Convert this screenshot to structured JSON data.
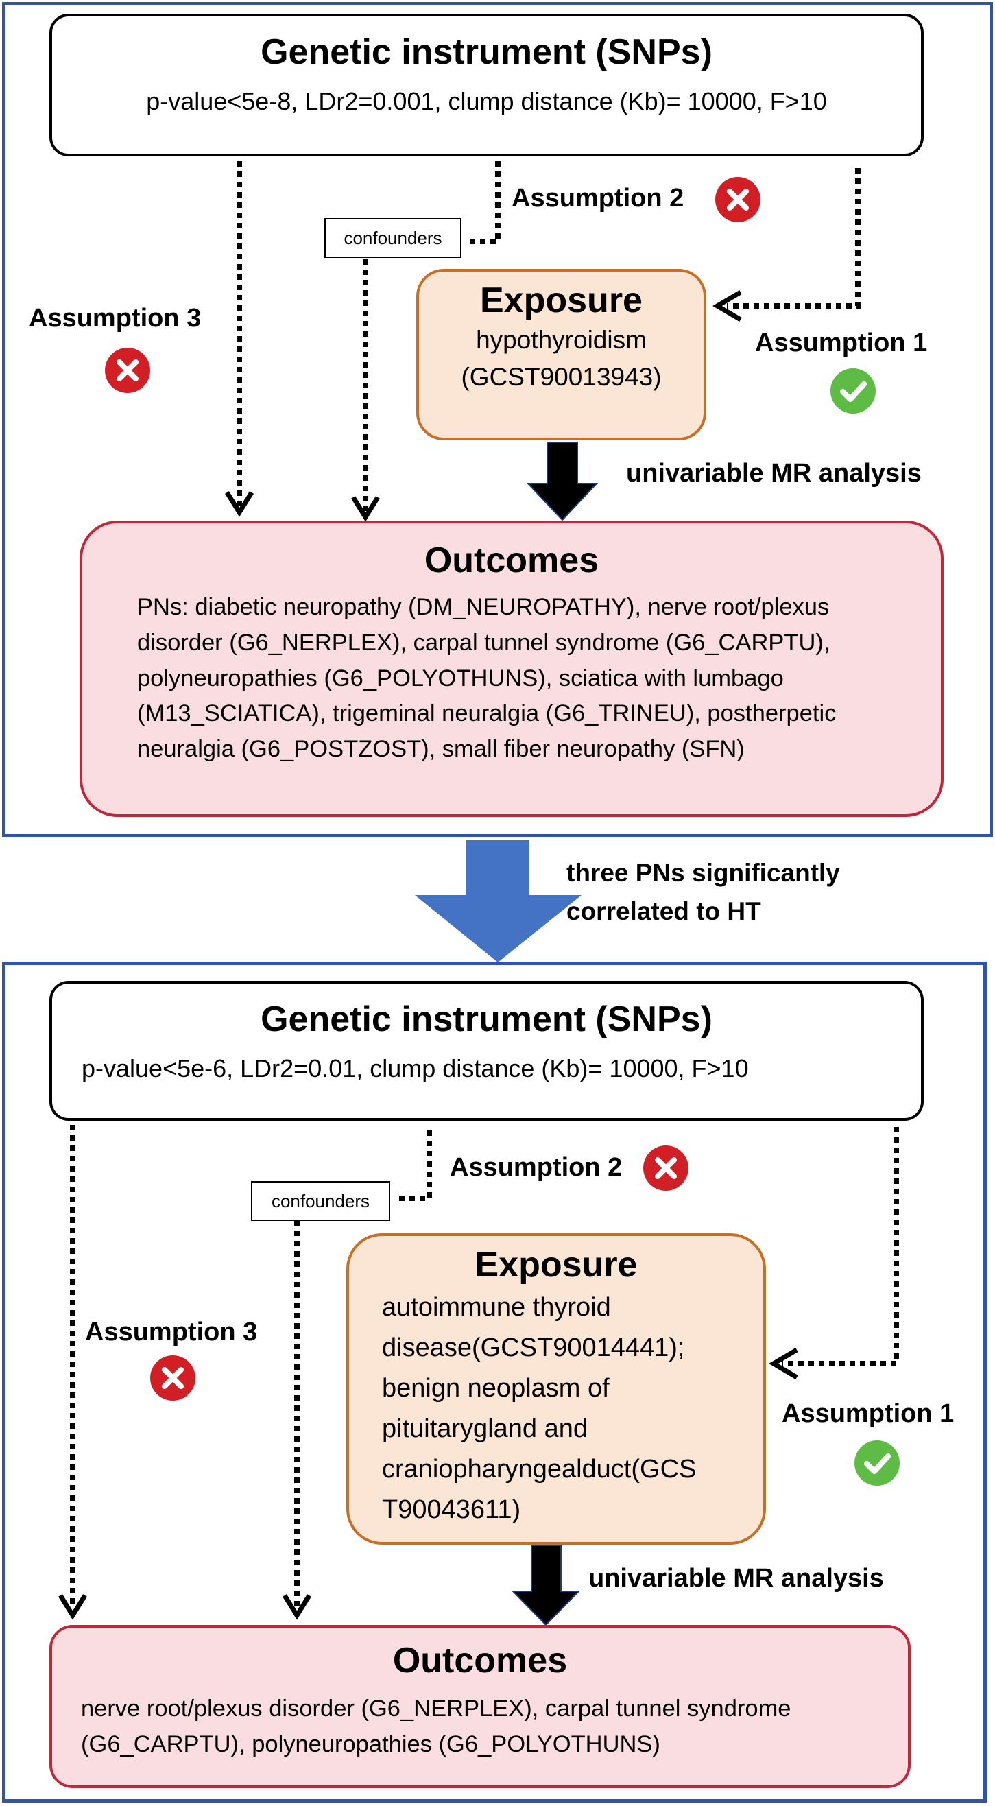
{
  "colors": {
    "panel_border": "#2f55a8",
    "exposure_fill": "#fbe5d5",
    "exposure_border": "#c86f25",
    "outcome_fill": "#fadde1",
    "outcome_border": "#c0283a",
    "cross_icon": "#d21f26",
    "check_icon": "#5dbb46",
    "transition_arrow": "#4472c4"
  },
  "top": {
    "genetic_title": "Genetic instrument (SNPs)",
    "genetic_params": "p-value<5e-8, LDr2=0.001, clump distance (Kb)= 10000, F>10",
    "confounders": "confounders",
    "assumption1": "Assumption 1",
    "assumption2": "Assumption 2",
    "assumption3": "Assumption 3",
    "exposure_title": "Exposure",
    "exposure_line1": "hypothyroidism",
    "exposure_line2": "(GCST90013943)",
    "analysis": "univariable MR analysis",
    "outcomes_title": "Outcomes",
    "outcomes_text": "PNs: diabetic neuropathy (DM_NEUROPATHY), nerve root/plexus disorder (G6_NERPLEX), carpal tunnel syndrome (G6_CARPTU), polyneuropathies (G6_POLYOTHUNS), sciatica with lumbago (M13_SCIATICA), trigeminal neuralgia (G6_TRINEU), postherpetic neuralgia (G6_POSTZOST), small fiber neuropathy (SFN)"
  },
  "transition": {
    "line1": "three PNs significantly",
    "line2": "correlated to HT"
  },
  "bottom": {
    "genetic_title": "Genetic instrument (SNPs)",
    "genetic_params": "p-value<5e-6, LDr2=0.01, clump distance (Kb)= 10000, F>10",
    "confounders": "confounders",
    "assumption1": "Assumption 1",
    "assumption2": "Assumption 2",
    "assumption3": "Assumption 3",
    "exposure_title": "Exposure",
    "exposure_text": "autoimmune thyroid disease(GCST90014441); benign neoplasm of pituitarygland and craniopharyngealduct(GCS T90043611)",
    "analysis": "univariable MR analysis",
    "outcomes_title": "Outcomes",
    "outcomes_text": "nerve root/plexus disorder (G6_NERPLEX), carpal tunnel syndrome (G6_CARPTU), polyneuropathies (G6_POLYOTHUNS)"
  }
}
